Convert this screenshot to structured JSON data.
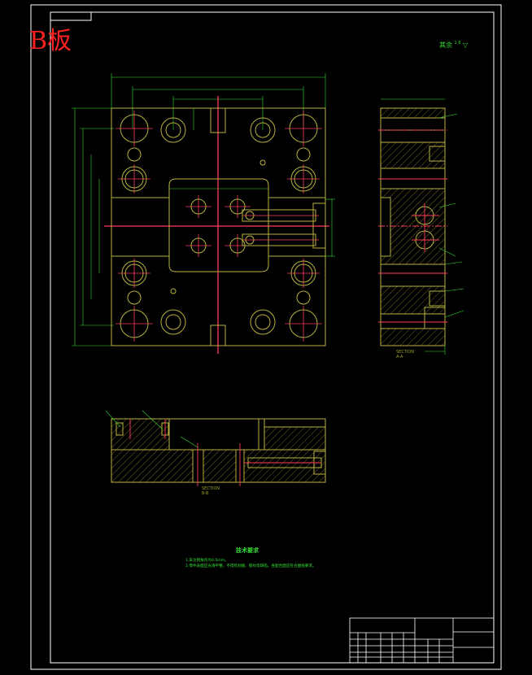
{
  "drawing": {
    "part_name": "B板",
    "roughness_note": "其余",
    "roughness_value": "1.6",
    "section_a": {
      "name": "SECTION",
      "id": "A-A"
    },
    "section_b": {
      "name": "SECTION",
      "id": "B-B"
    },
    "tech_req": {
      "title": "技术要求",
      "items": [
        "1.未注倒角均为0.5mm。",
        "2.零件表面应光滑平整，不得有划痕、裂纹等缺陷，各配合面应符合图纸要求。"
      ]
    }
  },
  "colors": {
    "outline": "#b8b040",
    "centerline": "#ff3b5c",
    "dimension": "#33e033",
    "frame": "#ffffff",
    "title_red": "#ff2020"
  }
}
